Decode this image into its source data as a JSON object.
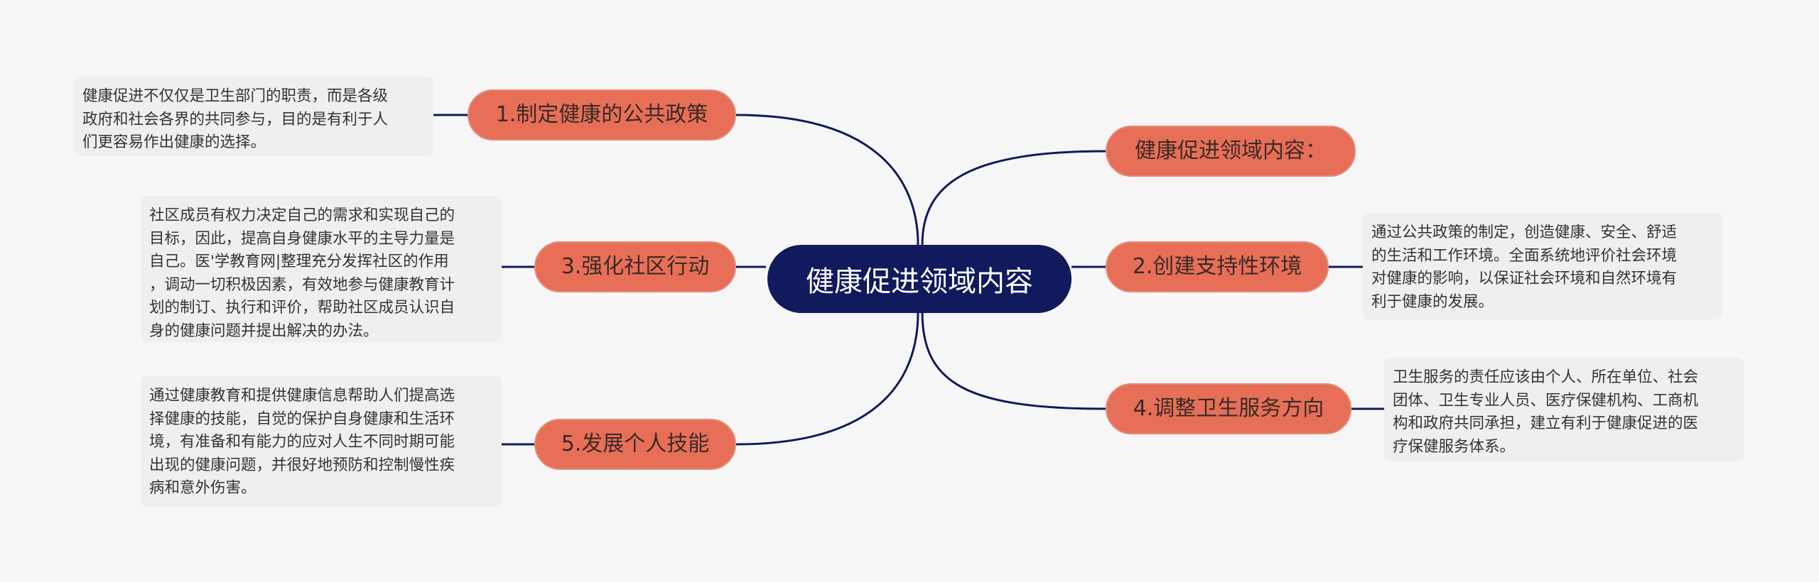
{
  "colors": {
    "background": "#f6f6f7",
    "root_fill": "#101a5c",
    "topic_fill": "#e76f58",
    "connector": "#101a5c",
    "note_fill": "#efefef"
  },
  "root": {
    "label": "健康促进领域内容"
  },
  "left_branches": [
    {
      "topic": "1.制定健康的公共政策",
      "note": "健康促进不仅仅是卫生部门的职责，而是各级\n政府和社会各界的共同参与，目的是有利于人\n们更容易作出健康的选择。"
    },
    {
      "topic": "3.强化社区行动",
      "note": "社区成员有权力决定自己的需求和实现自己的\n目标，因此，提高自身健康水平的主导力量是\n自己。医'学教育网|整理充分发挥社区的作用\n，调动一切积极因素，有效地参与健康教育计\n划的制订、执行和评价，帮助社区成员认识自\n身的健康问题并提出解决的办法。"
    },
    {
      "topic": "5.发展个人技能",
      "note": "通过健康教育和提供健康信息帮助人们提高选\n择健康的技能，自觉的保护自身健康和生活环\n境，有准备和有能力的应对人生不同时期可能\n出现的健康问题，并很好地预防和控制慢性疾\n病和意外伤害。"
    }
  ],
  "right_branches": [
    {
      "topic": "健康促进领域内容：",
      "note": ""
    },
    {
      "topic": "2.创建支持性环境",
      "note": "通过公共政策的制定，创造健康、安全、舒适\n的生活和工作环境。全面系统地评价社会环境\n对健康的影响，以保证社会环境和自然环境有\n利于健康的发展。"
    },
    {
      "topic": "4.调整卫生服务方向",
      "note": "卫生服务的责任应该由个人、所在单位、社会\n团体、卫生专业人员、医疗保健机构、工商机\n构和政府共同承担，建立有利于健康促进的医\n疗保健服务体系。"
    }
  ]
}
